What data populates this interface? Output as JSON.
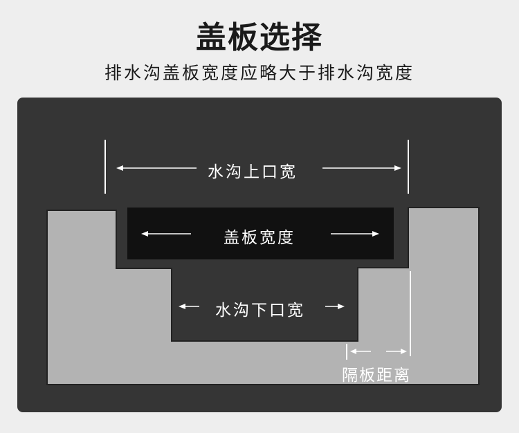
{
  "header": {
    "title": "盖板选择",
    "subtitle": "排水沟盖板宽度应略大于排水沟宽度"
  },
  "diagram": {
    "labels": {
      "top_opening_width": "水沟上口宽",
      "cover_width": "盖板宽度",
      "bottom_opening_width": "水沟下口宽",
      "cover_gap": "隔板距离"
    },
    "colors": {
      "page_background": "#eeeeee",
      "panel": "#353535",
      "ground": "#b3b3b3",
      "cover": "#111111",
      "channel": "#353535",
      "lines": "#ffffff"
    }
  }
}
